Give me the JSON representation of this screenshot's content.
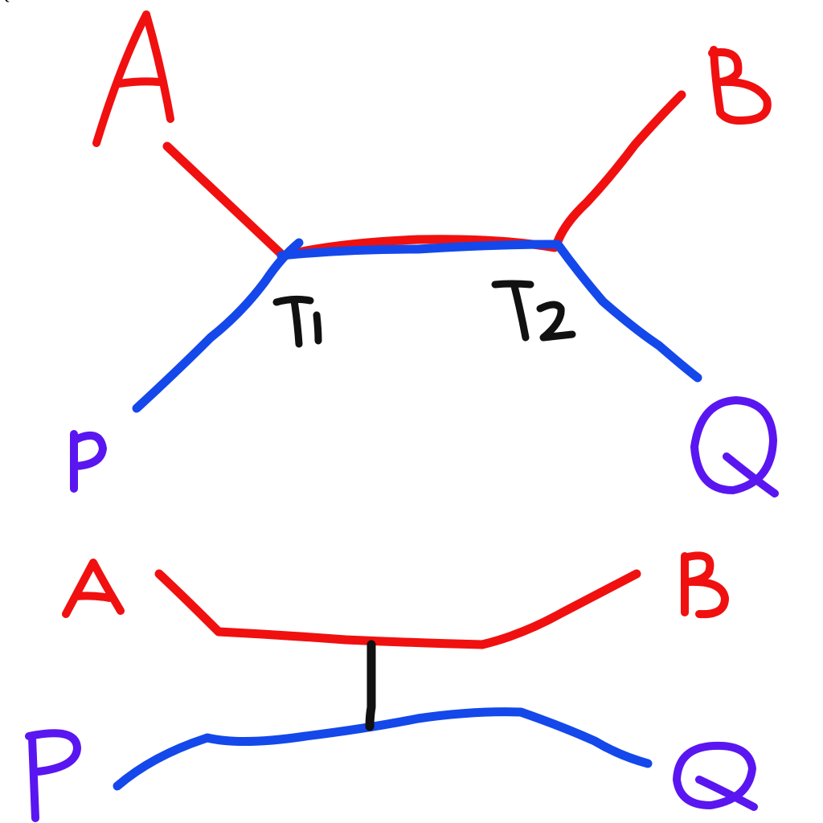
{
  "colors": {
    "red": "#f01010",
    "blue": "#1448ea",
    "purple": "#5a16f0",
    "black": "#111111"
  },
  "top_diagram": {
    "labels": {
      "a": "A",
      "b": "B",
      "p": "P",
      "q": "Q",
      "t1": "T1",
      "t2": "T2"
    }
  },
  "bottom_diagram": {
    "labels": {
      "a": "A",
      "b": "B",
      "p": "P",
      "q": "Q"
    }
  }
}
